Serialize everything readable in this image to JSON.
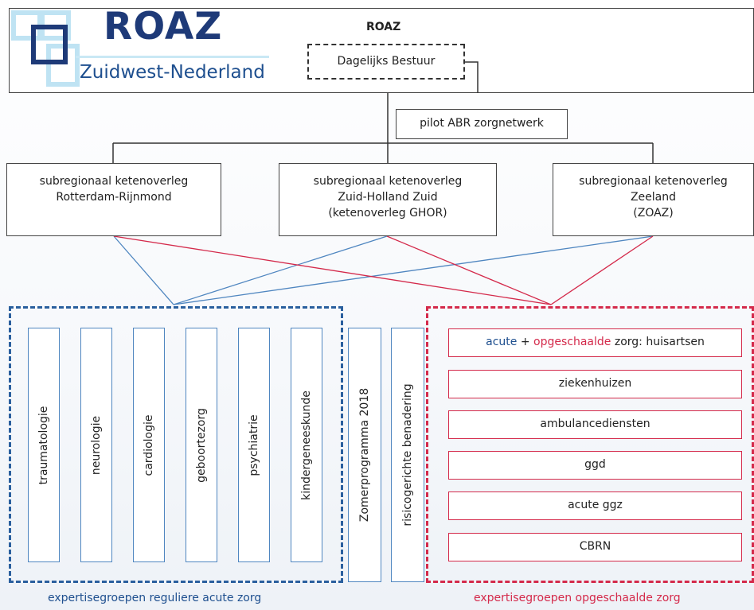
{
  "logo": {
    "title": "ROAZ",
    "subtitle": "Zuidwest-Nederland"
  },
  "top": {
    "title": "ROAZ",
    "board": "Dagelijks Bestuur",
    "pilot": "pilot ABR zorgnetwerk"
  },
  "subregions": [
    {
      "line1": "subregionaal ketenoverleg",
      "line2": "Rotterdam-Rijnmond",
      "line3": ""
    },
    {
      "line1": "subregionaal ketenoverleg",
      "line2": "Zuid-Holland Zuid",
      "line3": "(ketenoverleg GHOR)"
    },
    {
      "line1": "subregionaal ketenoverleg",
      "line2": "Zeeland",
      "line3": "(ZOAZ)"
    }
  ],
  "regular_groups": [
    "traumatologie",
    "neurologie",
    "cardiologie",
    "geboortezorg",
    "psychiatrie",
    "kindergeneeskunde"
  ],
  "cross_groups": [
    "Zomerprogramma 2018",
    "risicogerichte benadering"
  ],
  "scaled_groups": {
    "first": {
      "part1": "acute",
      "plus": " + ",
      "part2": "opgeschaalde",
      "part3": " zorg: huisartsen"
    },
    "items": [
      "ziekenhuizen",
      "ambulancediensten",
      "ggd",
      "acute ggz",
      "CBRN"
    ]
  },
  "captions": {
    "regular": "expertisegroepen reguliere acute zorg",
    "scaled": "expertisegroepen opgeschaalde zorg"
  },
  "colors": {
    "blue": "#2a5f9e",
    "red": "#d42a4b",
    "navy": "#1e3a78"
  }
}
